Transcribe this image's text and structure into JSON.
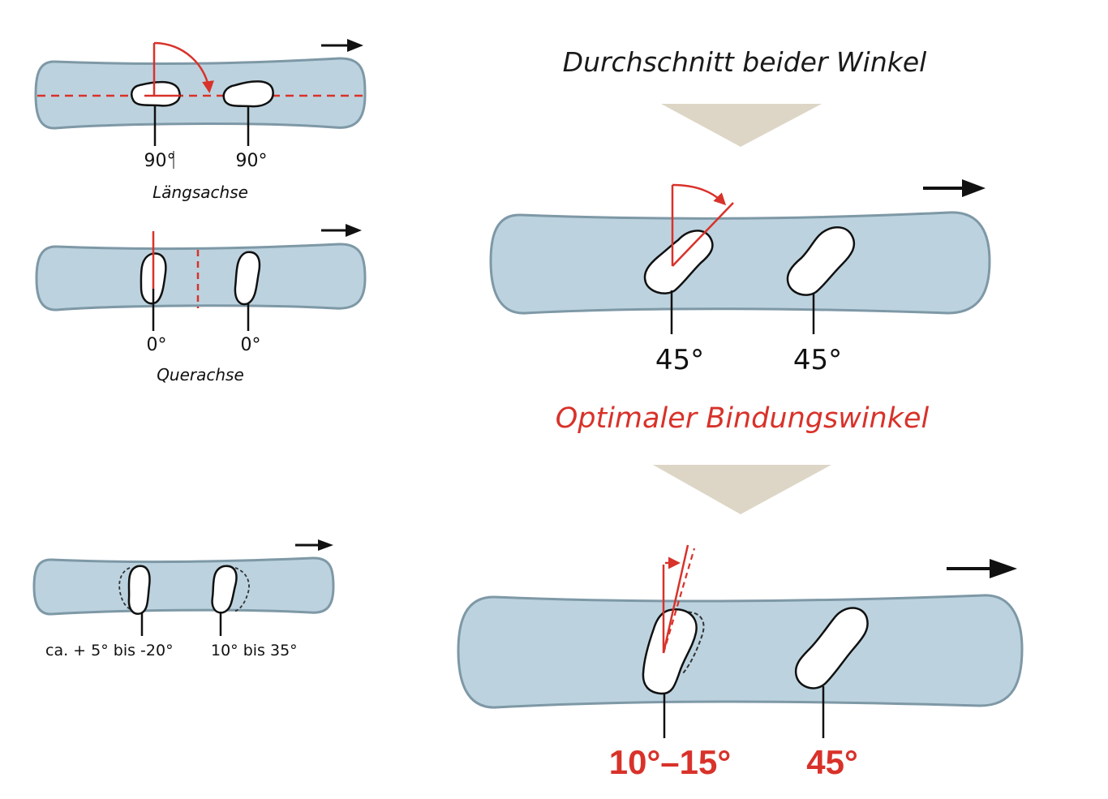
{
  "colors": {
    "board_fill": "#bcd3df",
    "board_stroke": "#7e98a6",
    "accent_red": "#d8322a",
    "triangle": "#ddd6c6",
    "arrow": "#111111"
  },
  "panels": {
    "longitudinal": {
      "front_angle": "90°",
      "rear_angle": "90°",
      "caption": "Längsachse"
    },
    "transverse": {
      "front_angle": "0°",
      "rear_angle": "0°",
      "caption": "Querachse"
    },
    "range": {
      "front_range": "ca. + 5° bis -20°",
      "rear_range": "10° bis 35°"
    },
    "average": {
      "heading": "Durchschnitt beider Winkel",
      "front_angle": "45°",
      "rear_angle": "45°"
    },
    "optimal": {
      "heading": "Optimaler Bindungswinkel",
      "front_angle": "10°–15°",
      "rear_angle": "45°"
    }
  },
  "icons": [
    "direction-arrow-icon",
    "down-triangle-icon",
    "rotation-arrow-icon",
    "boot-outline-icon"
  ]
}
